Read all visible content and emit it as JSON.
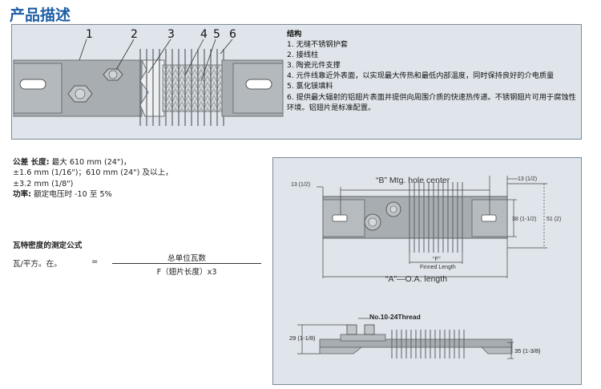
{
  "page_title": "产品描述",
  "top_diagram": {
    "callouts": [
      "1",
      "2",
      "3",
      "4",
      "5",
      "6"
    ]
  },
  "structure": {
    "heading": "结构",
    "items": [
      "1. 无缝不锈钢护套",
      "2. 接线柱",
      "3. 陶瓷元件支撑",
      "4. 元件线靠近外表面，以实现最大传热和最低内部温度，同时保持良好的介电质量",
      "5. 氯化镁填料",
      "6. 提供最大辐射的铝翅片表面并提供向周围介质的快速热传递。不锈钢翅片可用于腐蚀性环境。铝翅片是标准配置。"
    ]
  },
  "specs": {
    "tolerance_label": "公差 长度:",
    "tolerance_line1": " 最大 610 mm (24\")，",
    "tolerance_line2": "±1.6 mm (1/16\")；610 mm (24\") 及以上，",
    "tolerance_line3": "±3.2 mm (1/8\")",
    "power_label": "功率:",
    "power_text": " 额定电压时 -10 至 5%"
  },
  "formula": {
    "title": "瓦特密度的测定公式",
    "left": "瓦/平方。在。",
    "equals": "=",
    "numerator": "总单位瓦数",
    "denominator": "F（翅片长度）x3"
  },
  "tech_drawing": {
    "dim_13_left": "13 (1/2)",
    "dim_13_right": "13 (1/2)",
    "mtg_hole_label": "“B” Mtg. hole center",
    "dim_38": "38 (1-1/2)",
    "dim_51": "51 (2)",
    "finned_f": "“F”",
    "finned_length": "Finned Length",
    "oa_length": "“A”—O.A. length",
    "thread_label": "No.10-24Thread",
    "dim_29": "29 (1-1/8)",
    "dim_35": "35 (1-3/8)"
  },
  "colors": {
    "title_blue": "#1f5fa5",
    "panel_bg": "#dfe5ea",
    "sheath_gray": "#a8adb1",
    "fin_silver": "#c9ced2"
  }
}
